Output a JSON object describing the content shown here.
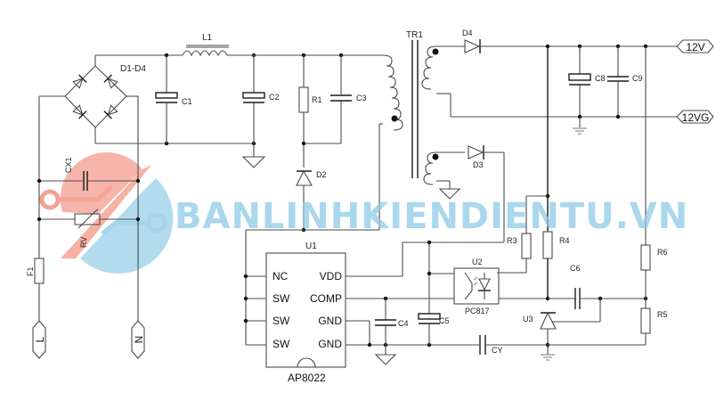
{
  "schematic": {
    "components": {
      "bridge": "D1-D4",
      "inductor": "L1",
      "c1": "C1",
      "c2": "C2",
      "r1": "R1",
      "c3": "C3",
      "d2": "D2",
      "transformer": "TR1",
      "d4": "D4",
      "d3": "D3",
      "c8": "C8",
      "c9": "C9",
      "cx1": "CX1",
      "rv": "RV",
      "f1": "F1",
      "u1": "U1",
      "u1_part": "AP8022",
      "c4": "C4",
      "c5": "C5",
      "u2": "U2",
      "u2_part": "PC817",
      "r3": "R3",
      "r4": "R4",
      "c6": "C6",
      "u3": "U3",
      "r5": "R5",
      "r6": "R6",
      "cy": "CY"
    },
    "u1_pins": {
      "left": [
        "NC",
        "SW",
        "SW",
        "SW"
      ],
      "right": [
        "VDD",
        "COMP",
        "GND",
        "GND"
      ]
    },
    "ports": {
      "out_pos": "12V",
      "out_gnd": "12VG",
      "line": "L",
      "neutral": "N"
    }
  },
  "watermark": {
    "text": "BANLINHKIENDIENTU.VN",
    "colors": {
      "primary": "#f28b7a",
      "secondary": "#8ecae6"
    }
  }
}
